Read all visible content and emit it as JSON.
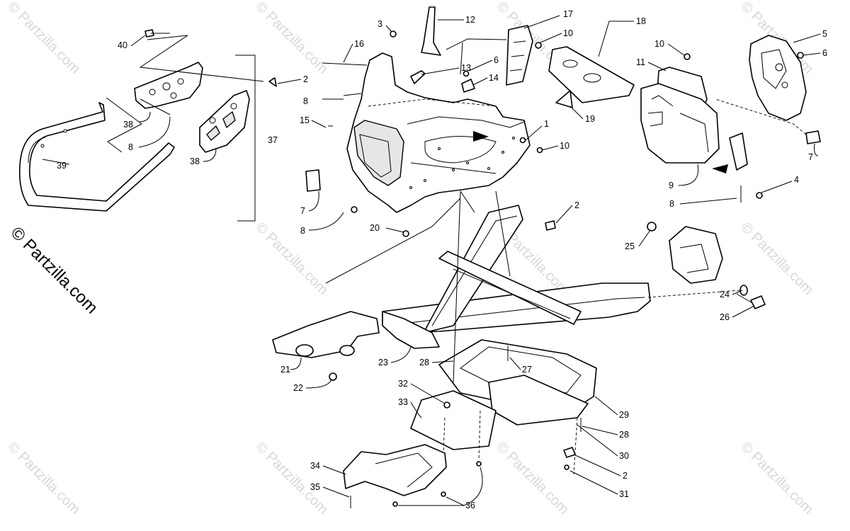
{
  "watermark": {
    "text": "© Partzilla.com",
    "main_text": "© Partzilla.com"
  },
  "callouts": [
    {
      "id": "c3",
      "label": "3"
    },
    {
      "id": "c12",
      "label": "12"
    },
    {
      "id": "c17",
      "label": "17"
    },
    {
      "id": "c18",
      "label": "18"
    },
    {
      "id": "c10a",
      "label": "10"
    },
    {
      "id": "c10b",
      "label": "10"
    },
    {
      "id": "c5",
      "label": "5"
    },
    {
      "id": "c6a",
      "label": "6"
    },
    {
      "id": "c40",
      "label": "40"
    },
    {
      "id": "c16",
      "label": "16"
    },
    {
      "id": "c6b",
      "label": "6"
    },
    {
      "id": "c11",
      "label": "11"
    },
    {
      "id": "c2a",
      "label": "2"
    },
    {
      "id": "c13",
      "label": "13"
    },
    {
      "id": "c14",
      "label": "14"
    },
    {
      "id": "c8a",
      "label": "8"
    },
    {
      "id": "c38a",
      "label": "38"
    },
    {
      "id": "c15",
      "label": "15"
    },
    {
      "id": "c1",
      "label": "1"
    },
    {
      "id": "c19",
      "label": "19"
    },
    {
      "id": "c37",
      "label": "37"
    },
    {
      "id": "c8b",
      "label": "8"
    },
    {
      "id": "c10c",
      "label": "10"
    },
    {
      "id": "c7a",
      "label": "7"
    },
    {
      "id": "c39",
      "label": "39"
    },
    {
      "id": "c38b",
      "label": "38"
    },
    {
      "id": "c9",
      "label": "9"
    },
    {
      "id": "c4",
      "label": "4"
    },
    {
      "id": "c7b",
      "label": "7"
    },
    {
      "id": "c8c",
      "label": "8"
    },
    {
      "id": "c2b",
      "label": "2"
    },
    {
      "id": "c8d",
      "label": "8"
    },
    {
      "id": "c20",
      "label": "20"
    },
    {
      "id": "c25",
      "label": "25"
    },
    {
      "id": "c24",
      "label": "24"
    },
    {
      "id": "c26",
      "label": "26"
    },
    {
      "id": "c21",
      "label": "21"
    },
    {
      "id": "c23",
      "label": "23"
    },
    {
      "id": "c28a",
      "label": "28"
    },
    {
      "id": "c27",
      "label": "27"
    },
    {
      "id": "c22",
      "label": "22"
    },
    {
      "id": "c32",
      "label": "32"
    },
    {
      "id": "c33",
      "label": "33"
    },
    {
      "id": "c29",
      "label": "29"
    },
    {
      "id": "c28b",
      "label": "28"
    },
    {
      "id": "c30",
      "label": "30"
    },
    {
      "id": "c34",
      "label": "34"
    },
    {
      "id": "c2c",
      "label": "2"
    },
    {
      "id": "c35",
      "label": "35"
    },
    {
      "id": "c31",
      "label": "31"
    },
    {
      "id": "c36",
      "label": "36"
    }
  ]
}
